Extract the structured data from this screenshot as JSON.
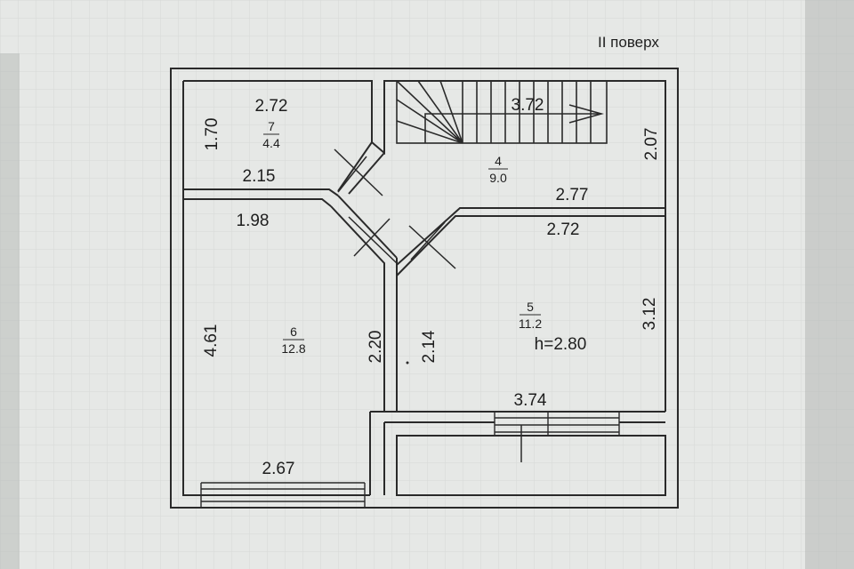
{
  "plan": {
    "floor_label": "II поверх",
    "rooms": [
      {
        "number": "7",
        "area": "4.4"
      },
      {
        "number": "4",
        "area": "9.0"
      },
      {
        "number": "6",
        "area": "12.8"
      },
      {
        "number": "5",
        "area": "11.2",
        "height": "h=2.80"
      }
    ],
    "dimensions": {
      "room7_top": "2.72",
      "room7_side": "1.70",
      "room7_bottom": "2.15",
      "stair_length": "3.72",
      "room4_side": "2.07",
      "room4_bottom": "2.77",
      "room6_top": "1.98",
      "room6_left": "4.61",
      "room6_right": "2.20",
      "room6_bottom": "2.67",
      "room5_top": "2.72",
      "room5_left": "2.14",
      "room5_right": "3.12",
      "room5_bottom": "3.74"
    },
    "colors": {
      "paper": "#e6e8e6",
      "line": "#2a2a2a"
    }
  }
}
